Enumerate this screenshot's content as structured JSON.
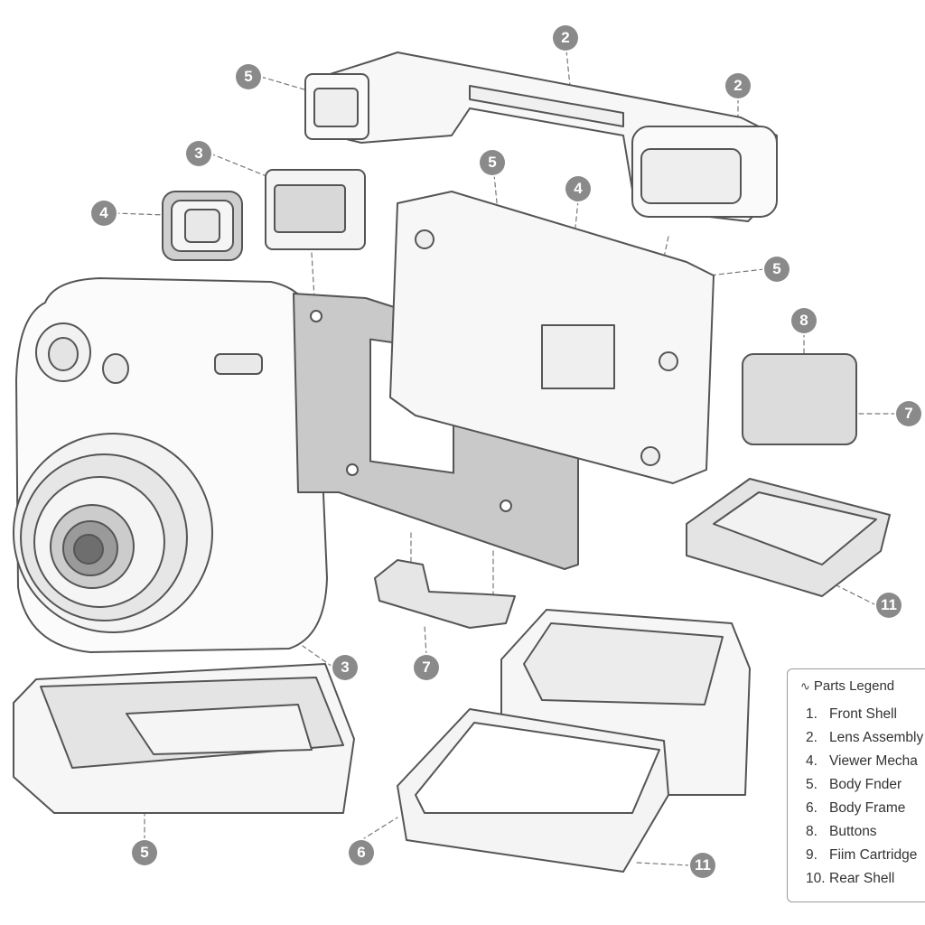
{
  "diagram": {
    "callouts": [
      "2",
      "2",
      "5",
      "3",
      "4",
      "5",
      "4",
      "5",
      "8",
      "7",
      "11",
      "3",
      "7",
      "5",
      "6",
      "11"
    ],
    "legend": {
      "title": "Parts Legend",
      "icon": "wave-icon",
      "items": [
        {
          "num": "1.",
          "label": "Front Shell"
        },
        {
          "num": "2.",
          "label": "Lens Assembly"
        },
        {
          "num": "4.",
          "label": "Viewer Mecha"
        },
        {
          "num": "5.",
          "label": "Body Fnder"
        },
        {
          "num": "6.",
          "label": "Body Frame"
        },
        {
          "num": "8.",
          "label": "Buttons"
        },
        {
          "num": "9.",
          "label": "Fiim Cartridge"
        },
        {
          "num": "10.",
          "label": "Rear Shell"
        }
      ]
    },
    "colors": {
      "line": "#555555",
      "callout": "#8a8a8a",
      "frame": "#a8a8a8",
      "fill": "#f7f7f7"
    }
  }
}
